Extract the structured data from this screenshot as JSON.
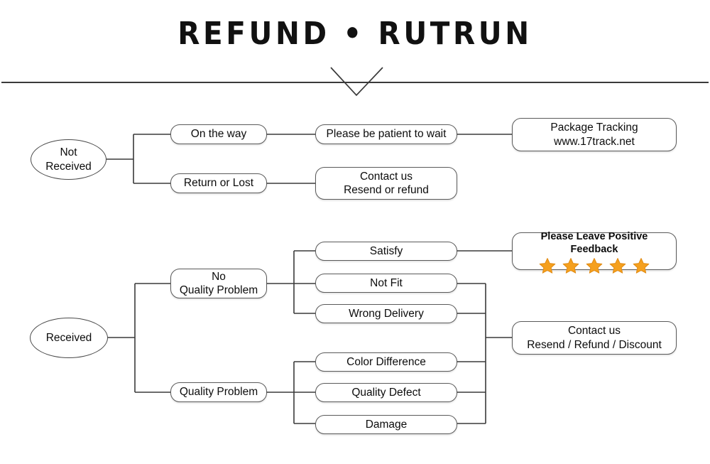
{
  "header": {
    "title": "REFUND • RUTRUN",
    "divider": "horizontal-rule",
    "chevron": "chevron-down-mark"
  },
  "theme": {
    "background": "#ffffff",
    "text": "#0c0c0c",
    "node_border": "#5a5a5a",
    "connector": "#3a3a3a",
    "star_fill": "#f5a01e",
    "star_stroke": "#e08a12"
  },
  "flows": [
    {
      "id": "not-received",
      "root": {
        "label_line1": "Not",
        "label_line2": "Received"
      },
      "branches": [
        {
          "id": "on-the-way",
          "label": "On the way",
          "next": {
            "id": "be-patient",
            "label": "Please be patient to wait"
          },
          "final": {
            "id": "package-tracking",
            "label_line1": "Package Tracking",
            "label_line2": "www.17track.net"
          }
        },
        {
          "id": "return-or-lost",
          "label": "Return or Lost",
          "next": {
            "id": "contact-resend-refund",
            "label_line1": "Contact us",
            "label_line2": "Resend or refund"
          }
        }
      ]
    },
    {
      "id": "received",
      "root": {
        "label_line1": "Received",
        "label_line2": ""
      },
      "branches": [
        {
          "id": "no-quality-problem",
          "label_line1": "No",
          "label_line2": "Quality Problem",
          "reasons": [
            {
              "id": "satisfy",
              "label": "Satisfy"
            },
            {
              "id": "not-fit",
              "label": "Not Fit"
            },
            {
              "id": "wrong-delivery",
              "label": "Wrong Delivery"
            }
          ]
        },
        {
          "id": "quality-problem",
          "label_line1": "Quality Problem",
          "label_line2": "",
          "reasons": [
            {
              "id": "color-difference",
              "label": "Color Difference"
            },
            {
              "id": "quality-defect",
              "label": "Quality Defect"
            },
            {
              "id": "damage",
              "label": "Damage"
            }
          ]
        }
      ],
      "outcomes": [
        {
          "id": "positive-feedback",
          "label": "Please Leave Positive Feedback",
          "stars": 5
        },
        {
          "id": "contact-resend-refund-discount",
          "label_line1": "Contact us",
          "label_line2": "Resend / Refund / Discount"
        }
      ]
    }
  ]
}
